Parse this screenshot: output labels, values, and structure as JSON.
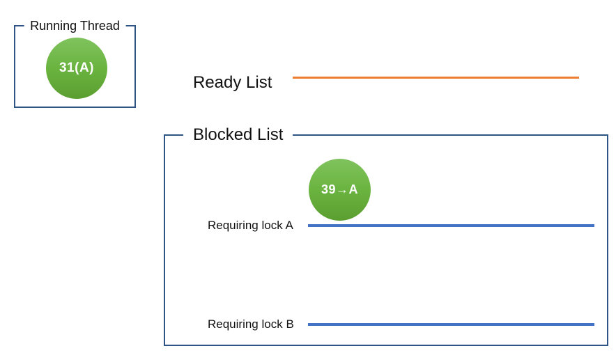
{
  "colors": {
    "box_border": "#2e5385",
    "ready_line": "#ed7d31",
    "lock_line": "#4472c4",
    "green_top": "#7fc35d",
    "green_mid": "#6ab33f",
    "green_bottom": "#5b9e30",
    "node_text": "#ffffff",
    "text": "#111111",
    "background": "#ffffff"
  },
  "running_thread": {
    "label": "Running Thread",
    "thread": {
      "label": "31(A)"
    }
  },
  "ready_list": {
    "label": "Ready List"
  },
  "blocked_list": {
    "label": "Blocked List",
    "blocked_thread": {
      "label": "39→A"
    },
    "queues": [
      {
        "label": "Requiring lock A"
      },
      {
        "label": "Requiring lock B"
      }
    ]
  }
}
